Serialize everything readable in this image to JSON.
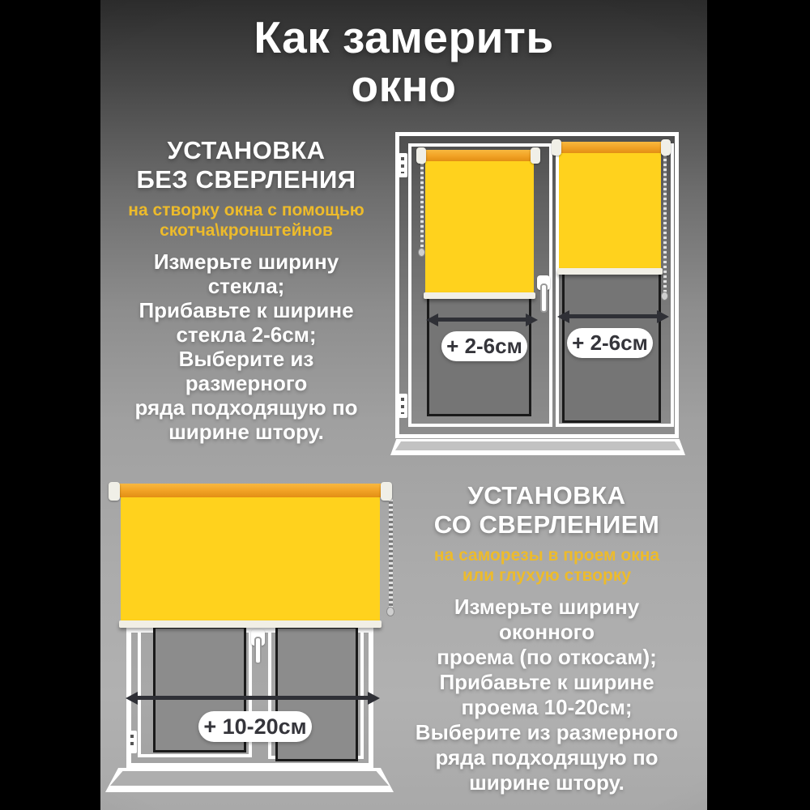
{
  "page": {
    "title_lines": [
      "Как замерить",
      "окно"
    ]
  },
  "sections": {
    "no_drill": {
      "heading_lines": [
        "УСТАНОВКА",
        "БЕЗ СВЕРЛЕНИЯ"
      ],
      "subheading_lines": [
        "на створку окна с помощью",
        "скотча\\кронштейнов"
      ],
      "body_lines": [
        "Измерьте ширину",
        "стекла;",
        "Прибавьте к ширине",
        "стекла 2-6см;",
        "Выберите из",
        "размерного",
        "ряда подходящую по",
        "ширине штору."
      ],
      "badge_label": "+ 2-6см"
    },
    "drill": {
      "heading_lines": [
        "УСТАНОВКА",
        "СО СВЕРЛЕНИЕМ"
      ],
      "subheading_lines": [
        "на саморезы в проем окна",
        "или глухую створку"
      ],
      "body_lines": [
        "Измерьте ширину",
        "оконного",
        "проема (по откосам);",
        "Прибавьте к ширине",
        "проема 10-20см;",
        "Выберите из размерного",
        "ряда подходящую по",
        "ширине штору."
      ],
      "badge_label": "+ 10-20см"
    }
  },
  "colors": {
    "pillarbox": "#000000",
    "background_top": "#2d2d2d",
    "background_center": "#b1b1b1",
    "heading_text": "#FFFFFF",
    "accent_yellow_text": "#EDBB2B",
    "blind_fabric": "#FFD21D",
    "blind_cassette": "#F2A52A",
    "frame_white": "#FFFFFF",
    "glass_gray_top_window": "#757575",
    "glass_gray_bottom_window": "#8C8C8C",
    "badge_background": "#FFFFFF",
    "badge_text": "#35353B",
    "arrow": "#2F3036"
  }
}
